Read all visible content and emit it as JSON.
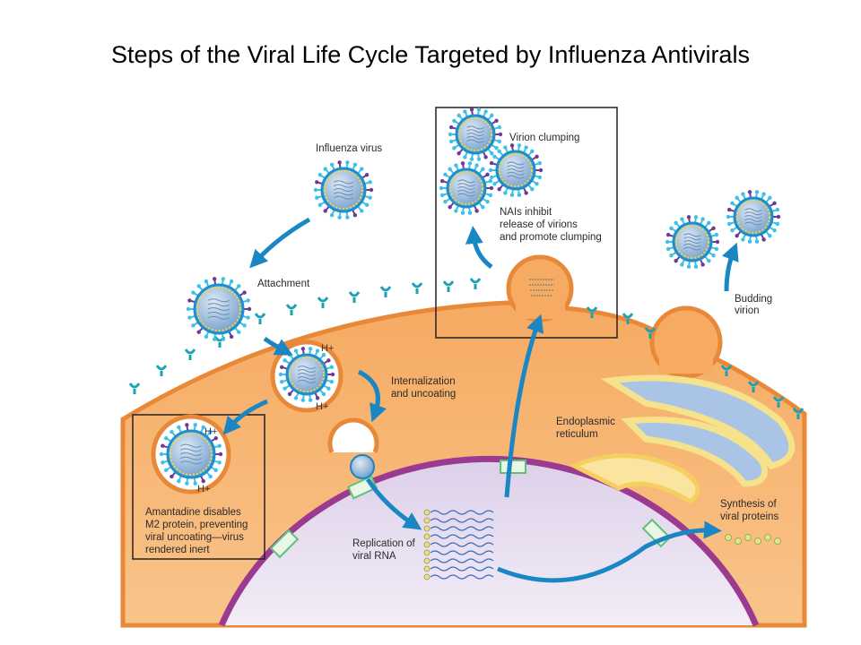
{
  "title": "Steps of the Viral Life Cycle Targeted by Influenza Antivirals",
  "labels": {
    "influenza_virus": "Influenza virus",
    "attachment": "Attachment",
    "internalization": [
      "Internalization",
      "and uncoating"
    ],
    "virion_clumping": "Virion clumping",
    "nais": [
      "NAIs inhibit",
      "release of virions",
      "and promote clumping"
    ],
    "budding": [
      "Budding",
      "virion"
    ],
    "er": [
      "Endoplasmic",
      "reticulum"
    ],
    "synthesis": [
      "Synthesis of",
      "viral proteins"
    ],
    "replication": [
      "Replication of",
      "viral RNA"
    ],
    "amantadine": [
      "Amantadine disables",
      "M2 protein, preventing",
      "viral uncoating—virus",
      "rendered inert"
    ],
    "proton": "H+"
  },
  "colors": {
    "cytoplasm": "#f7b46e",
    "membrane": "#e8893a",
    "nucleus": "#e6d8ee",
    "nuclear_envelope": "#9b3a8f",
    "arrow": "#1b86c4",
    "virus_core": "#8fb4d8",
    "spike_ha": "#3fc0e8",
    "spike_na": "#6b3c94",
    "er": "#a9c4e4"
  }
}
